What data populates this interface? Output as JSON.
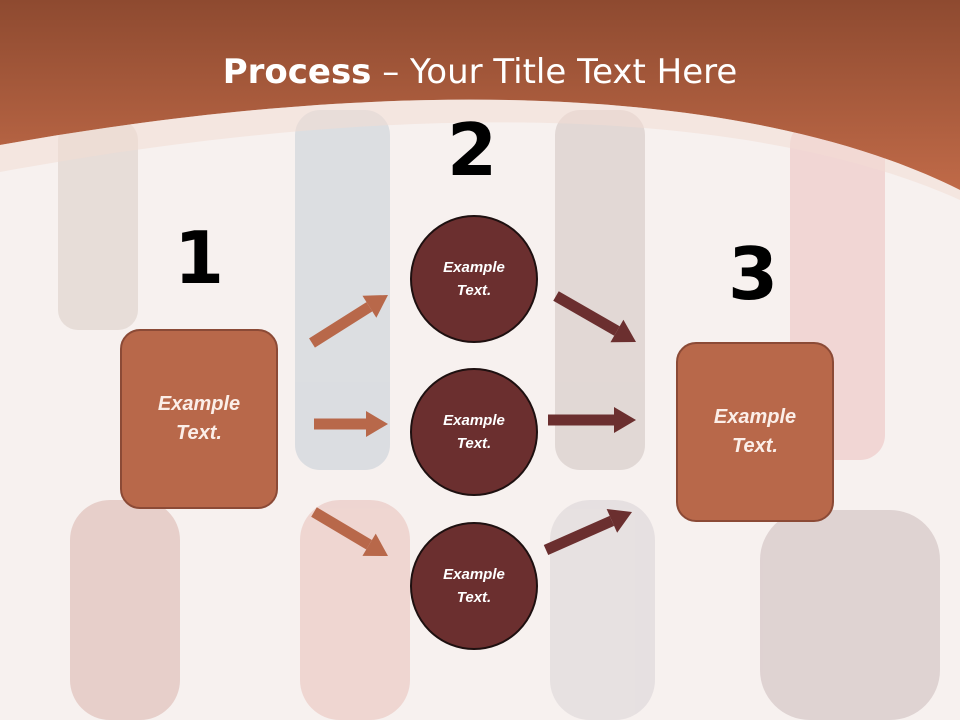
{
  "title": {
    "bold": "Process",
    "rest": " – Your Title Text Here"
  },
  "steps": {
    "one": "1",
    "two": "2",
    "three": "3"
  },
  "box_left": {
    "line1": "Example",
    "line2": "Text."
  },
  "box_right": {
    "line1": "Example",
    "line2": "Text."
  },
  "circles": [
    {
      "line1": "Example",
      "line2": "Text."
    },
    {
      "line1": "Example",
      "line2": "Text."
    },
    {
      "line1": "Example",
      "line2": "Text."
    }
  ],
  "colors": {
    "header": "#b35c3b",
    "box_fill": "#b8684a",
    "circle_fill": "#6b2f2f",
    "arrow_light": "#b8684a",
    "arrow_dark": "#6b2f2f"
  }
}
